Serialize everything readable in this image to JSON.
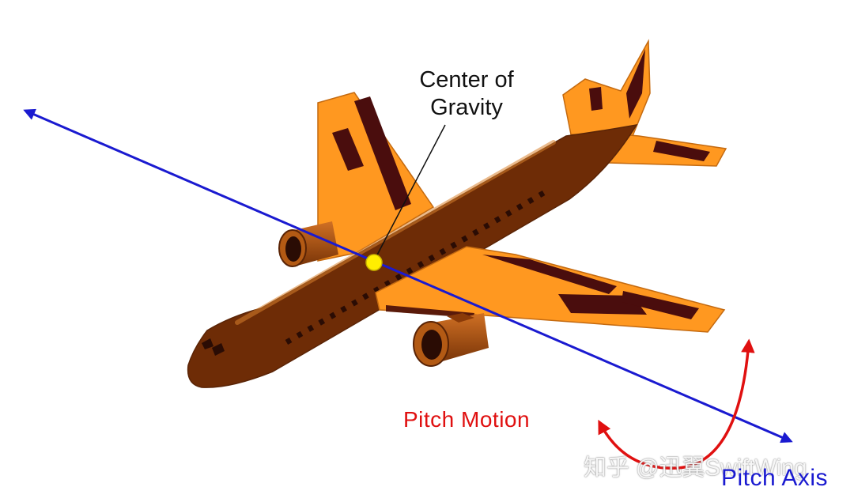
{
  "labels": {
    "center_of_gravity_line1": "Center of",
    "center_of_gravity_line2": "Gravity",
    "pitch_motion": "Pitch Motion",
    "pitch_axis": "Pitch Axis"
  },
  "watermark": "知乎 @迅翼SwiftWing",
  "colors": {
    "axis": "#1a1ad0",
    "motion": "#e01010",
    "wing_orange": "#ff9820",
    "fuselage_brown": "#b95a12",
    "control_surface": "#4a0d0d",
    "center_of_gravity_dot": "#ffee00"
  }
}
